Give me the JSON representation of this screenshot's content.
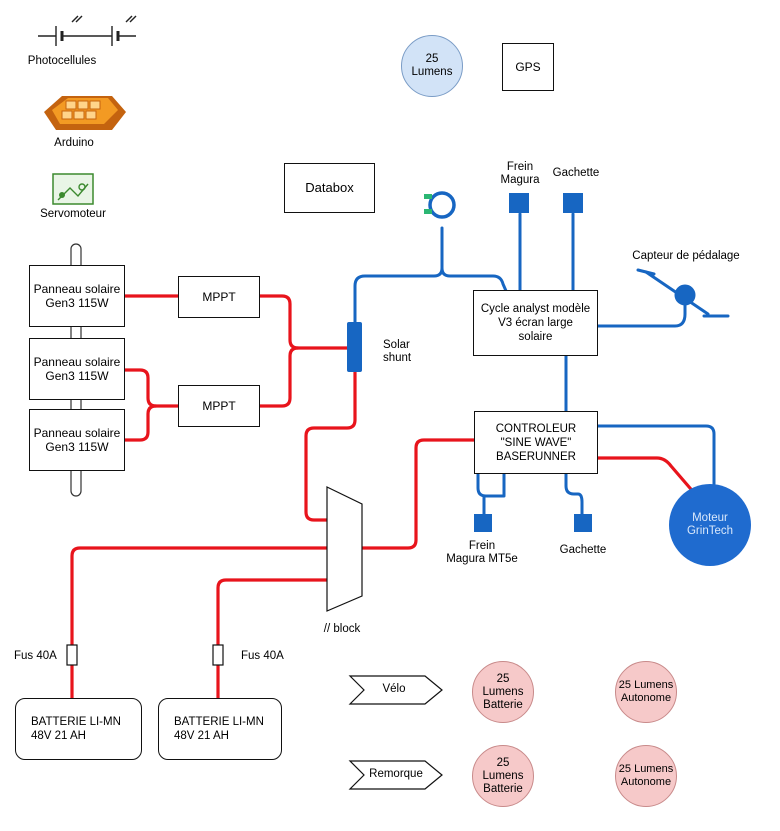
{
  "colors": {
    "power_wire": "#e8141c",
    "signal_wire": "#1766c2",
    "motor_fill": "#1f6bcf",
    "lumens_fill": "#f6c9c9",
    "lumens_top_fill": "#d2e3f7"
  },
  "legend": {
    "photocells": "Photocellules",
    "arduino": "Arduino",
    "servo": "Servomoteur"
  },
  "top": {
    "lumens": "25\nLumens",
    "gps": "GPS",
    "databox": "Databox"
  },
  "panels": [
    {
      "label": "Panneau solaire\nGen3 115W"
    },
    {
      "label": "Panneau solaire\nGen3 115W"
    },
    {
      "label": "Panneau solaire\nGen3 115W"
    }
  ],
  "mppt": [
    "MPPT",
    "MPPT"
  ],
  "shunt": "Solar\nshunt",
  "cycle_analyst": "Cycle analyst modèle\nV3 écran large\nsolaire",
  "controller": "CONTROLEUR\n\"SINE WAVE\"\nBASERUNNER",
  "brake_top": "Frein\nMagura",
  "trigger_top": "Gachette",
  "pedal_sensor": "Capteur de pédalage",
  "brake_bottom": "Frein\nMagura MT5e",
  "trigger_bottom": "Gachette",
  "motor": "Moteur\nGrinTech",
  "block": "// block",
  "fuses": [
    "Fus 40A",
    "Fus 40A"
  ],
  "batteries": [
    {
      "label": "BATTERIE LI-MN\n48V 21 AH"
    },
    {
      "label": "BATTERIE LI-MN\n48V 21 AH"
    }
  ],
  "lights": {
    "velo": "Vélo",
    "remorque": "Remorque",
    "velo_battery": "25\nLumens\nBatterie",
    "velo_autonomous": "25 Lumens\nAutonome",
    "trailer_battery": "25\nLumens\nBatterie",
    "trailer_autonomous": "25 Lumens\nAutonome"
  }
}
